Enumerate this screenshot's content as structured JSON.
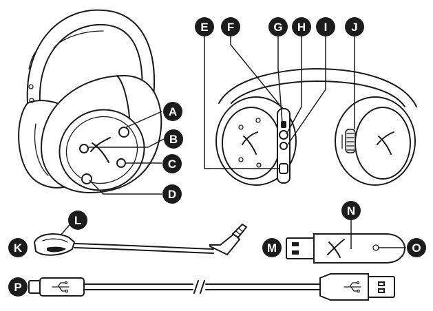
{
  "callouts": [
    "A",
    "B",
    "C",
    "D",
    "E",
    "F",
    "G",
    "H",
    "I",
    "J",
    "K",
    "L",
    "M",
    "N",
    "O",
    "P"
  ],
  "colors": {
    "badge": "#1c1c1c",
    "line": "#1a1a1a",
    "background": "#ffffff"
  },
  "icons": {
    "usb": "usb-icon"
  }
}
